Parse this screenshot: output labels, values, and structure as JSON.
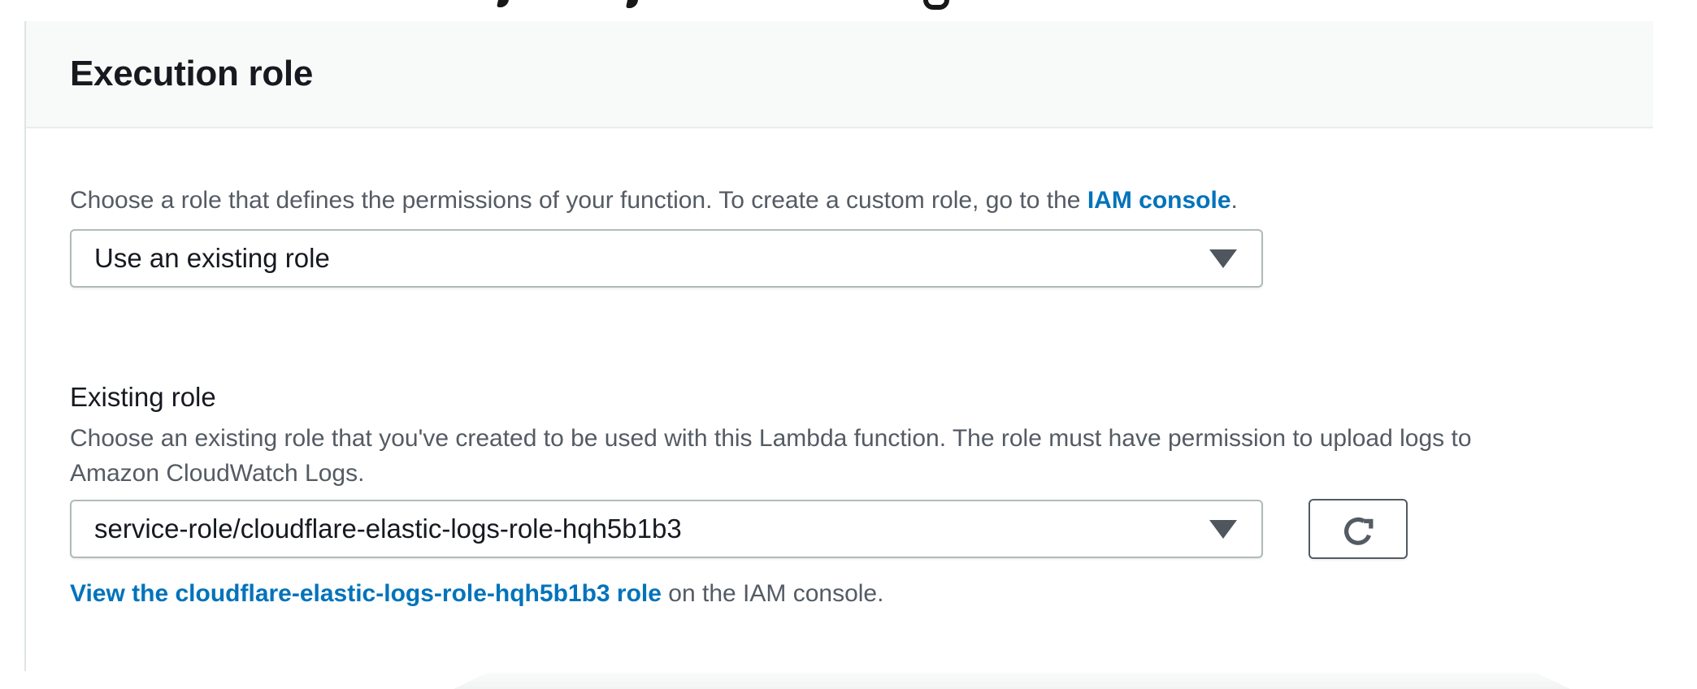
{
  "panel": {
    "title": "Execution role"
  },
  "role_source": {
    "description_prefix": "Choose a role that defines the permissions of your function. To create a custom role, go to the ",
    "iam_console_link": "IAM console",
    "description_suffix": ".",
    "selected_value": "Use an existing role"
  },
  "existing_role": {
    "label": "Existing role",
    "description_line1": "Choose an existing role that you've created to be used with this Lambda function. The role must have permission to upload logs to",
    "description_line2": "Amazon CloudWatch Logs.",
    "selected_value": "service-role/cloudflare-elastic-logs-role-hqh5b1b3",
    "view_link": "View the cloudflare-elastic-logs-role-hqh5b1b3 role",
    "view_suffix": " on the IAM console."
  },
  "icons": {
    "role_source_select": "caret-down-icon",
    "existing_role_select": "caret-down-icon",
    "refresh_button": "refresh-icon"
  },
  "colors": {
    "link_blue": "#0073bb",
    "text_primary": "#16191f",
    "text_secondary": "#545b64",
    "select_border": "#b0baba",
    "button_border": "#545b64",
    "caret": "#50565e",
    "header_bg": "#f8f9f9",
    "divider": "#e9eded"
  }
}
